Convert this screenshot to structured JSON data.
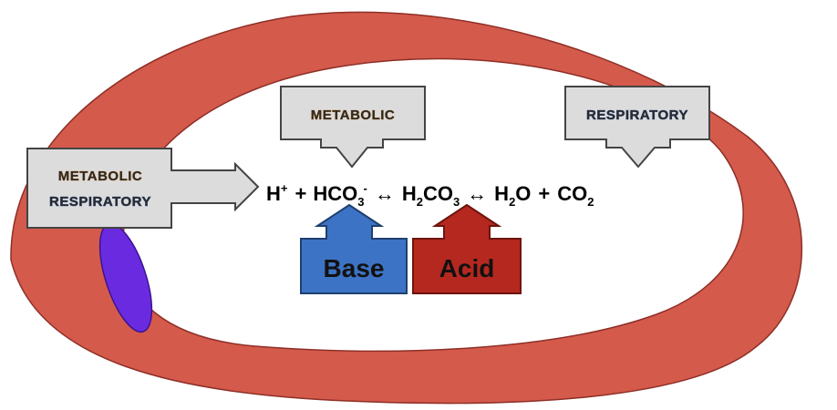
{
  "colors": {
    "vessel_fill": "#d45a4c",
    "vessel_stroke": "#8e2f26",
    "cell_fill": "#6a2be0",
    "callout_fill": "#dcdcdc",
    "callout_stroke": "#444444",
    "base_fill": "#3d73c4",
    "acid_fill": "#b5281f"
  },
  "callouts": {
    "left_line1": "METABOLIC",
    "left_line2": "RESPIRATORY",
    "top_left": "METABOLIC",
    "top_right": "RESPIRATORY"
  },
  "equation": {
    "h": "H",
    "h_sup": "+",
    "plus1": "+",
    "hco3_main": "HCO",
    "hco3_sub": "3",
    "hco3_sup": "-",
    "arrow1": "↔",
    "h2co3_h": "H",
    "h2co3_sub1": "2",
    "h2co3_co": "CO",
    "h2co3_sub2": "3",
    "arrow2": "↔",
    "h2o_h": "H",
    "h2o_sub": "2",
    "h2o_o": "O",
    "plus2": "+",
    "co2_co": "CO",
    "co2_sub": "2"
  },
  "buttons": {
    "base": "Base",
    "acid": "Acid"
  }
}
